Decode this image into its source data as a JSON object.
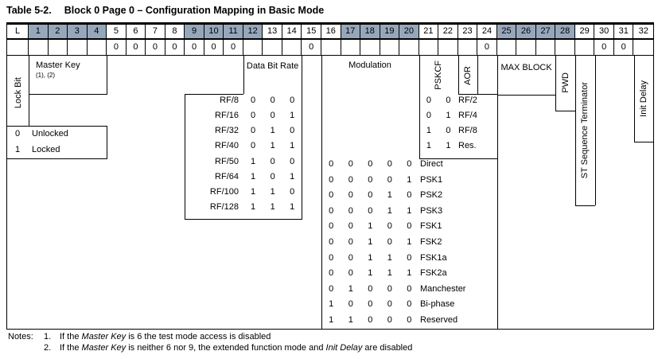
{
  "title": {
    "label": "Table 5-2.",
    "caption": "Block 0 Page 0 – Configuration Mapping in Basic Mode"
  },
  "bit_header": {
    "cells": [
      {
        "label": "L",
        "shaded": false
      },
      {
        "label": "1",
        "shaded": true
      },
      {
        "label": "2",
        "shaded": true
      },
      {
        "label": "3",
        "shaded": true
      },
      {
        "label": "4",
        "shaded": true
      },
      {
        "label": "5",
        "shaded": false
      },
      {
        "label": "6",
        "shaded": false
      },
      {
        "label": "7",
        "shaded": false
      },
      {
        "label": "8",
        "shaded": false
      },
      {
        "label": "9",
        "shaded": true
      },
      {
        "label": "10",
        "shaded": true
      },
      {
        "label": "11",
        "shaded": true
      },
      {
        "label": "12",
        "shaded": true
      },
      {
        "label": "13",
        "shaded": false
      },
      {
        "label": "14",
        "shaded": false
      },
      {
        "label": "15",
        "shaded": false
      },
      {
        "label": "16",
        "shaded": false
      },
      {
        "label": "17",
        "shaded": true
      },
      {
        "label": "18",
        "shaded": true
      },
      {
        "label": "19",
        "shaded": true
      },
      {
        "label": "20",
        "shaded": true
      },
      {
        "label": "21",
        "shaded": false
      },
      {
        "label": "22",
        "shaded": false
      },
      {
        "label": "23",
        "shaded": false
      },
      {
        "label": "24",
        "shaded": false
      },
      {
        "label": "25",
        "shaded": true
      },
      {
        "label": "26",
        "shaded": true
      },
      {
        "label": "27",
        "shaded": true
      },
      {
        "label": "28",
        "shaded": true
      },
      {
        "label": "29",
        "shaded": false
      },
      {
        "label": "30",
        "shaded": false
      },
      {
        "label": "31",
        "shaded": false
      },
      {
        "label": "32",
        "shaded": false
      }
    ]
  },
  "default_values": [
    "",
    "",
    "",
    "",
    "",
    "0",
    "0",
    "0",
    "0",
    "0",
    "0",
    "0",
    "",
    "",
    "",
    "0",
    "",
    "",
    "",
    "",
    "",
    "",
    "",
    "",
    "0",
    "",
    "",
    "",
    "",
    "",
    "0",
    "0",
    ""
  ],
  "sections": {
    "lock_bit": {
      "label": "Lock Bit",
      "rows": [
        {
          "bit": "0",
          "state": "Unlocked"
        },
        {
          "bit": "1",
          "state": "Locked"
        }
      ]
    },
    "master_key": {
      "label": "Master Key",
      "refs": "(1), (2)"
    },
    "data_bit_rate": {
      "label": "Data Bit Rate",
      "rows": [
        {
          "label": "RF/8",
          "bits": [
            "0",
            "0",
            "0"
          ]
        },
        {
          "label": "RF/16",
          "bits": [
            "0",
            "0",
            "1"
          ]
        },
        {
          "label": "RF/32",
          "bits": [
            "0",
            "1",
            "0"
          ]
        },
        {
          "label": "RF/40",
          "bits": [
            "0",
            "1",
            "1"
          ]
        },
        {
          "label": "RF/50",
          "bits": [
            "1",
            "0",
            "0"
          ]
        },
        {
          "label": "RF/64",
          "bits": [
            "1",
            "0",
            "1"
          ]
        },
        {
          "label": "RF/100",
          "bits": [
            "1",
            "1",
            "0"
          ]
        },
        {
          "label": "RF/128",
          "bits": [
            "1",
            "1",
            "1"
          ]
        }
      ]
    },
    "modulation": {
      "label": "Modulation",
      "rows": [
        {
          "bits": [
            "0",
            "0",
            "0",
            "0",
            "0"
          ],
          "label": "Direct"
        },
        {
          "bits": [
            "0",
            "0",
            "0",
            "0",
            "1"
          ],
          "label": "PSK1"
        },
        {
          "bits": [
            "0",
            "0",
            "0",
            "1",
            "0"
          ],
          "label": "PSK2"
        },
        {
          "bits": [
            "0",
            "0",
            "0",
            "1",
            "1"
          ],
          "label": "PSK3"
        },
        {
          "bits": [
            "0",
            "0",
            "1",
            "0",
            "0"
          ],
          "label": "FSK1"
        },
        {
          "bits": [
            "0",
            "0",
            "1",
            "0",
            "1"
          ],
          "label": "FSK2"
        },
        {
          "bits": [
            "0",
            "0",
            "1",
            "1",
            "0"
          ],
          "label": "FSK1a"
        },
        {
          "bits": [
            "0",
            "0",
            "1",
            "1",
            "1"
          ],
          "label": "FSK2a"
        },
        {
          "bits": [
            "0",
            "1",
            "0",
            "0",
            "0"
          ],
          "label": "Manchester"
        },
        {
          "bits": [
            "1",
            "0",
            "0",
            "0",
            "0"
          ],
          "label": "Bi-phase"
        },
        {
          "bits": [
            "1",
            "1",
            "0",
            "0",
            "0"
          ],
          "label": "Reserved"
        }
      ]
    },
    "pskcf": {
      "label": "PSKCF",
      "rows": [
        {
          "bits": [
            "0",
            "0"
          ],
          "label": "RF/2"
        },
        {
          "bits": [
            "0",
            "1"
          ],
          "label": "RF/4"
        },
        {
          "bits": [
            "1",
            "0"
          ],
          "label": "RF/8"
        },
        {
          "bits": [
            "1",
            "1"
          ],
          "label": "Res."
        }
      ]
    },
    "aor": {
      "label": "AOR"
    },
    "max_block": {
      "label": "MAX BLOCK"
    },
    "pwd": {
      "label": "PWD"
    },
    "st_sequence_terminator": {
      "label": "ST Sequence Terminator"
    },
    "init_delay": {
      "label": "Init Delay"
    }
  },
  "notes": {
    "heading": "Notes:",
    "items": [
      {
        "num": "1.",
        "segments": [
          {
            "text": "If the "
          },
          {
            "text": "Master Key",
            "italic": true
          },
          {
            "text": " is 6 the test mode access is disabled"
          }
        ]
      },
      {
        "num": "2.",
        "segments": [
          {
            "text": "If the "
          },
          {
            "text": "Master Key",
            "italic": true
          },
          {
            "text": " is neither 6 nor 9, the extended function mode and "
          },
          {
            "text": "Init Delay",
            "italic": true
          },
          {
            "text": " are disabled"
          }
        ]
      }
    ]
  },
  "colors": {
    "header_shade": "#97a7bb",
    "border": "#000000",
    "text": "#000000"
  }
}
